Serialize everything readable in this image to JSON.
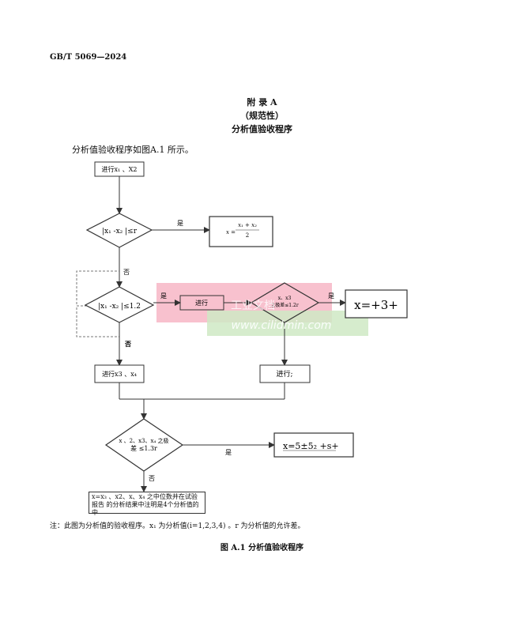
{
  "header": {
    "standard_code": "GB/T    5069—2024"
  },
  "appendix": {
    "title": "附    录    A",
    "type": "（规范性）",
    "name": "分析值验收程序"
  },
  "intro_text": "分析值验收程序如图A.1 所示。",
  "flow": {
    "start": "进行x₁ 、X2",
    "diamond1": "|x₁ -x₂ |≤r",
    "result1": "x = (x₁ + x₂)/2",
    "result1_num": "x₁ + x₂",
    "result1_den": "2",
    "result1_lhs": "x =",
    "yes": "是",
    "no": "否",
    "diamond2": "|x₁ -x₂ |≤1.2",
    "proceed": "进行",
    "diamond3_line1": "x、x3",
    "diamond3_line2": "之极差≤1.2r",
    "result2": "x=+3+",
    "step_x3x4": "进行x3 、x₄",
    "proceed2": "进行;",
    "diamond4_line1": "x 、2、x3、x₄ 之极",
    "diamond4_line2": "差 ≤1.3r",
    "result3": "x=5±5₂ +s+",
    "final_box": "x=x₃ 、x2、x、x₄ 之中位数并在试验报告 的分析结果中注明是4个分析值的中"
  },
  "watermark": {
    "text1": "工业文档",
    "text2": "www.cilidmin.com"
  },
  "note": "注：此图为分析值的验收程序。x₁ 为分析值(i=1,2,3,4) 。r  为分析值的允许差。",
  "caption": "图 A.1    分析值验收程序"
}
